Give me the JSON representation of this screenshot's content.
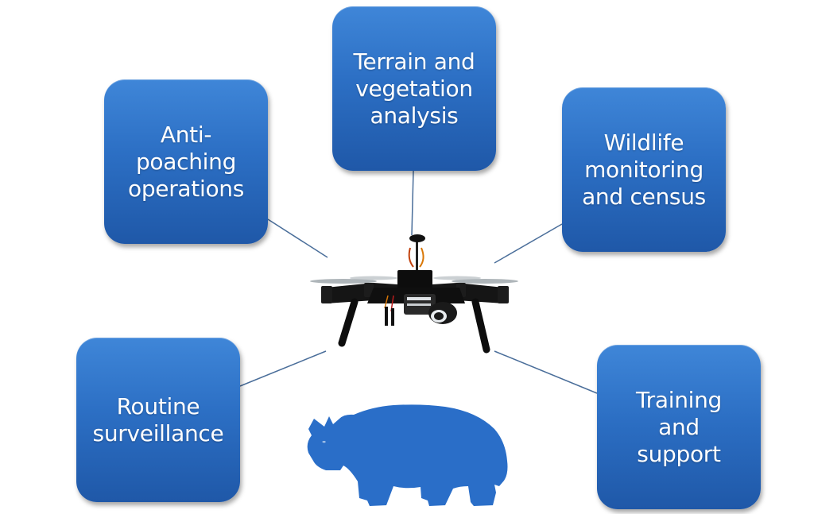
{
  "boxes": {
    "top": "Terrain and\nvegetation\nanalysis",
    "left": "Anti-\npoaching\noperations",
    "right": "Wildlife\nmonitoring\nand census",
    "bottom_left": "Routine\nsurveillance",
    "bottom_right": "Training\nand\nsupport"
  },
  "colors": {
    "box_blue": "#2c6fc4",
    "connector": "#4a6e9a",
    "rhino": "#2a6ec8",
    "drone": "#111111"
  },
  "icons": {
    "center": "drone-icon",
    "bottom": "rhino-silhouette"
  }
}
